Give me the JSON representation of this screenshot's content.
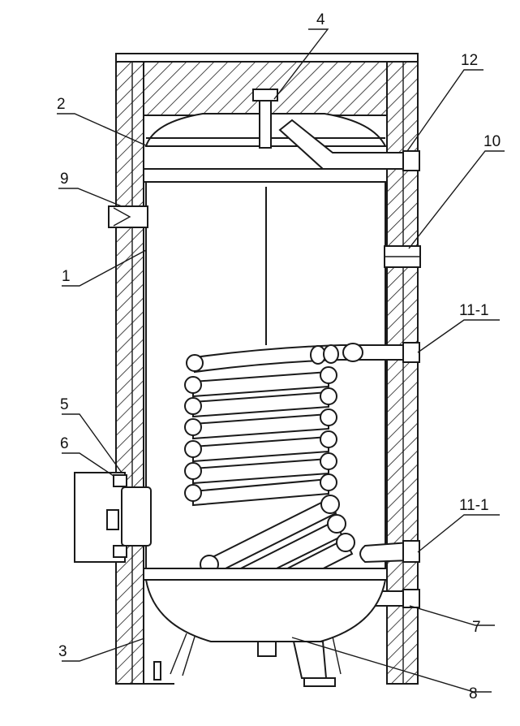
{
  "labels": {
    "l1": "1",
    "l2": "2",
    "l3": "3",
    "l4": "4",
    "l5": "5",
    "l6": "6",
    "l7": "7",
    "l8": "8",
    "l9": "9",
    "l10": "10",
    "l11a": "11-1",
    "l11b": "11-1",
    "l12": "12"
  }
}
